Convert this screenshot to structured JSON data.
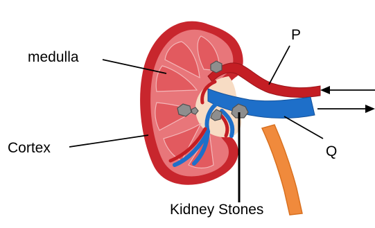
{
  "labels": {
    "medulla": "medulla",
    "cortex": "Cortex",
    "p": "P",
    "q": "Q",
    "kidney_stones": "Kidney Stones"
  },
  "colors": {
    "cortex_outer": "#c8262d",
    "cortex_inner": "#e8767a",
    "medulla_pyramid": "#e25a5f",
    "pelvis": "#f7dcc4",
    "artery": "#c41e24",
    "vein": "#1e6fc9",
    "ureter": "#f08a3c",
    "stone": "#8e8e8e",
    "line": "#000000"
  },
  "icons": [
    "kidney-illustration",
    "arrow-left-icon",
    "arrow-right-icon"
  ]
}
